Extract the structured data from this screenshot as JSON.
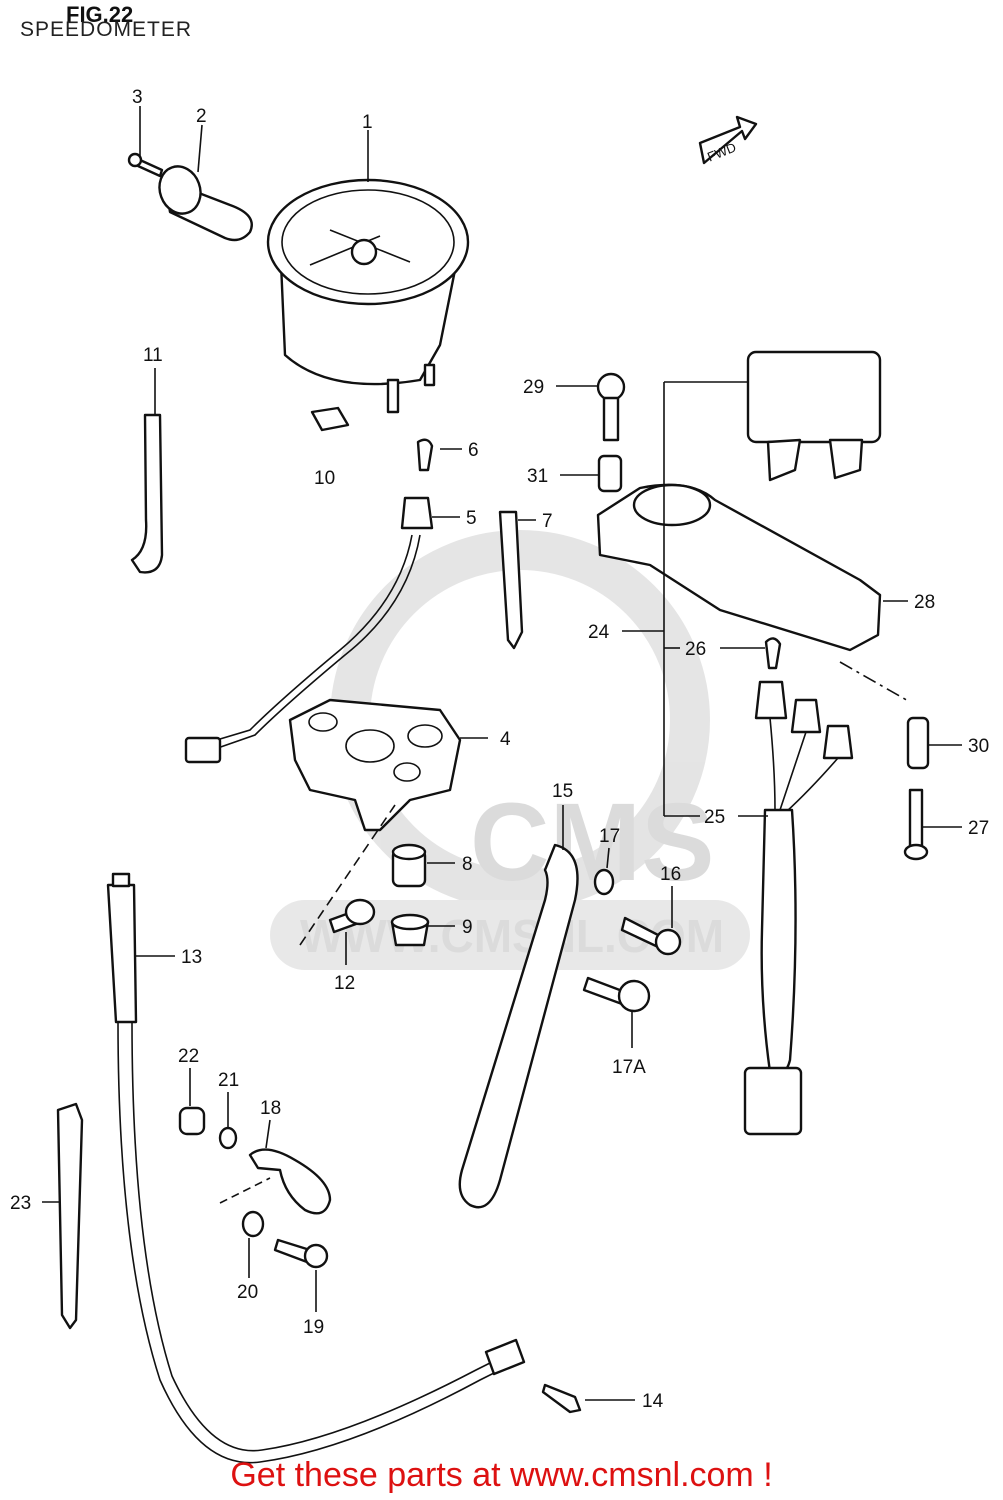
{
  "figure": {
    "title": "FIG.22",
    "subtitle": "SPEEDOMETER",
    "direction_marker": "FWD"
  },
  "watermark": {
    "logo_text": "CMS",
    "url_text": "WWW.CMSNL.COM"
  },
  "callouts": [
    "1",
    "2",
    "3",
    "4",
    "5",
    "6",
    "7",
    "8",
    "9",
    "10",
    "11",
    "12",
    "13",
    "14",
    "15",
    "16",
    "17",
    "17A",
    "18",
    "19",
    "20",
    "21",
    "22",
    "23",
    "24",
    "25",
    "26",
    "27",
    "28",
    "29",
    "30",
    "31"
  ],
  "footer": {
    "text": "Get these parts at www.cmsnl.com !",
    "color": "#dd1111"
  }
}
